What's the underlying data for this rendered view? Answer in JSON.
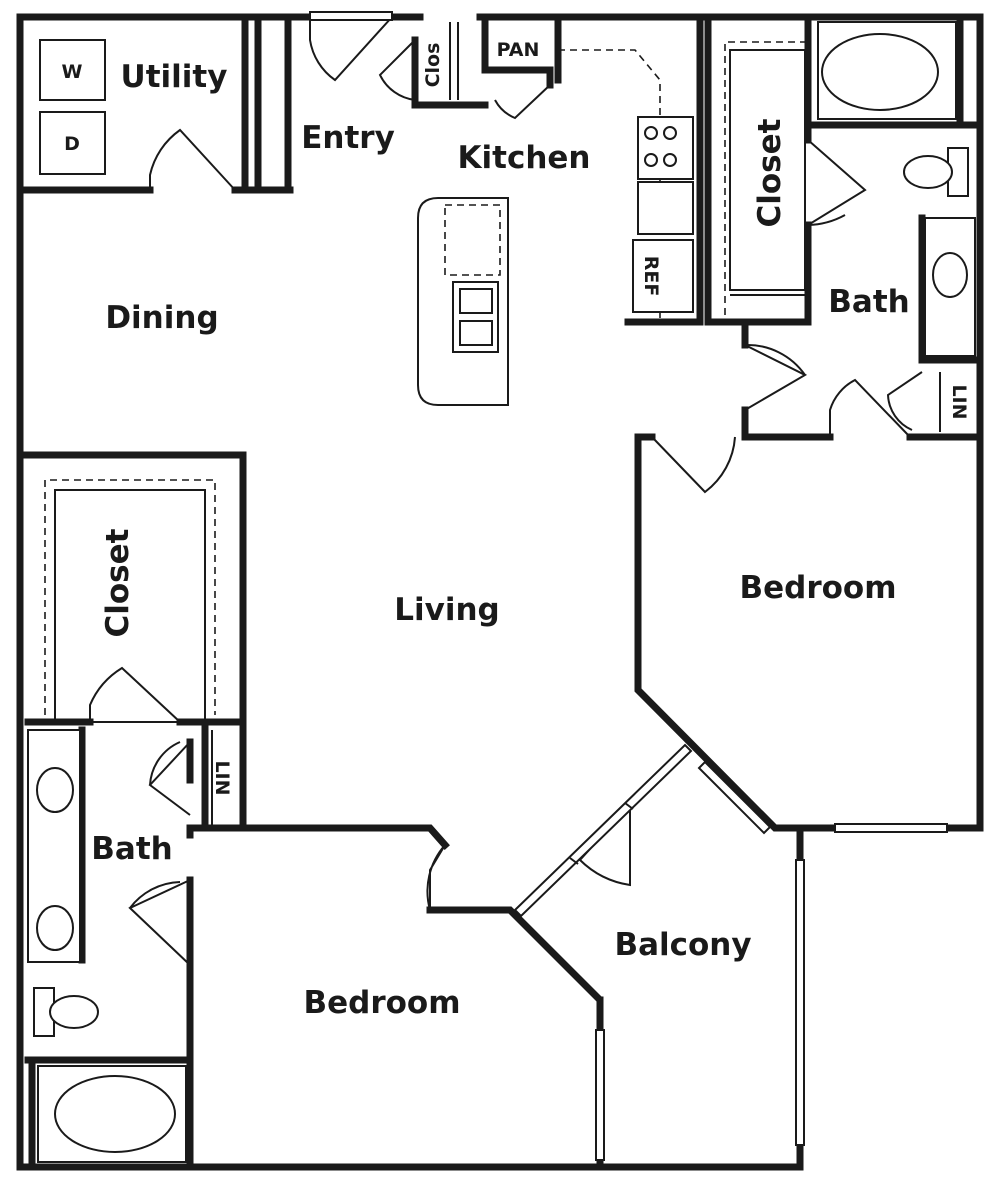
{
  "rooms": {
    "utility": "Utility",
    "entry": "Entry",
    "kitchen": "Kitchen",
    "dining": "Dining",
    "living": "Living",
    "bedroom_right": "Bedroom",
    "bedroom_bottom": "Bedroom",
    "bath_right": "Bath",
    "bath_left": "Bath",
    "balcony": "Balcony",
    "closet_right": "Closet",
    "closet_left": "Closet"
  },
  "small_labels": {
    "washer": "W",
    "dryer": "D",
    "clos": "Clos",
    "pantry": "PAN",
    "refrigerator": "REF",
    "linen_right": "LIN",
    "linen_left": "LIN"
  }
}
